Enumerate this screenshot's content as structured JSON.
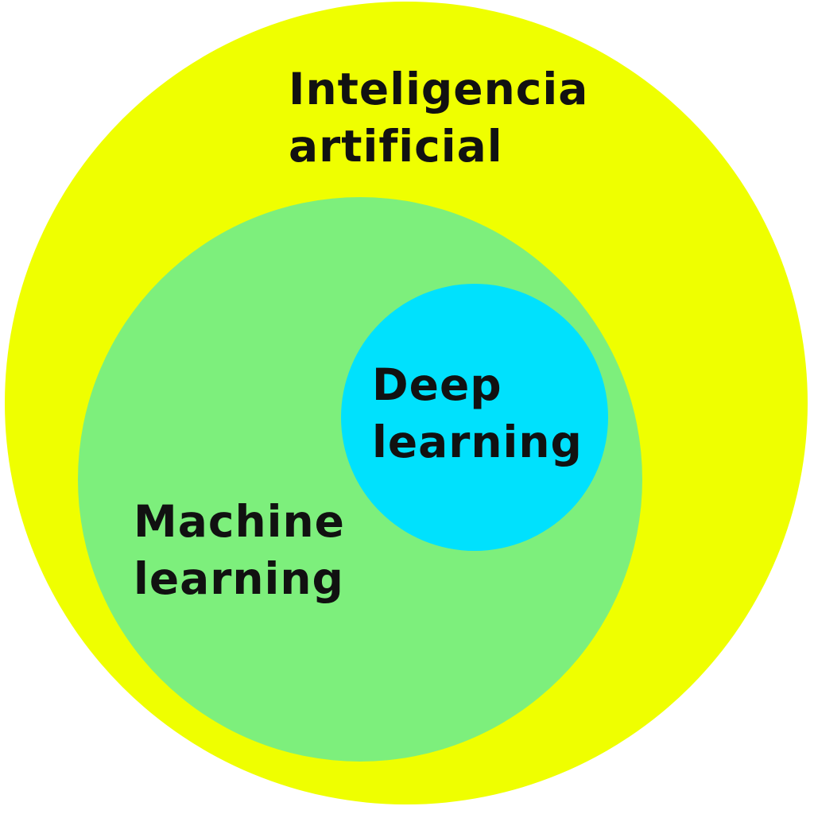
{
  "page": {
    "background_color": "#ffffff",
    "text_color": "#111111"
  },
  "diagram": {
    "type": "nested-venn",
    "description": "Nested circles: Deep learning inside Machine learning inside Inteligencia artificial",
    "circles": [
      {
        "id": "inteligencia-artificial",
        "label_lines": {
          "0": "Inteligencia",
          "1": "artificial"
        },
        "color": "#EFFF00"
      },
      {
        "id": "machine-learning",
        "label_lines": {
          "0": "Machine",
          "1": "learning"
        },
        "color": "#7DEF7C"
      },
      {
        "id": "deep-learning",
        "label_lines": {
          "0": "Deep",
          "1": "learning"
        },
        "color": "#00E1FD"
      }
    ]
  }
}
